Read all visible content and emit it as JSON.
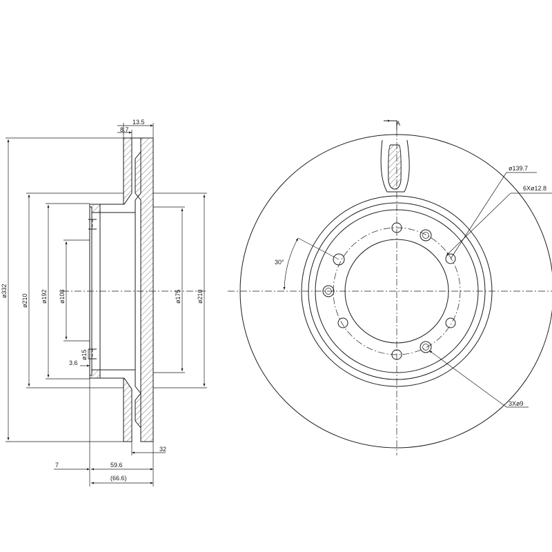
{
  "side_view": {
    "dims": {
      "d332": "ø332",
      "d210_outer": "ø210",
      "d192": "ø192",
      "d108": "ø108",
      "d15": "ø15",
      "d175": "ø175",
      "d210_right": "ø210",
      "w13_5": "13.5",
      "w8_7": "8.7",
      "w3_6": "3.6",
      "w32": "32",
      "w7": "7",
      "w59_6": "59.6",
      "w66_6": "(66.6)"
    }
  },
  "front_view": {
    "section_marker": "A",
    "angle": "30°",
    "pcd": "ø139.7",
    "bolt_holes": "6Xø12.8",
    "small_holes": "3Xø9"
  }
}
